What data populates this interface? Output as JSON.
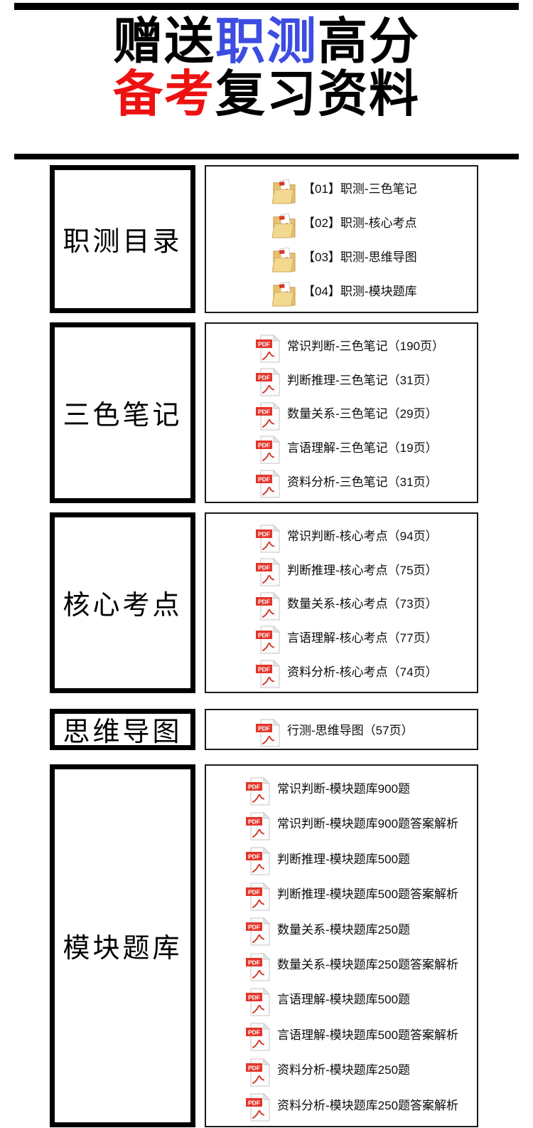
{
  "colors": {
    "title_blue": "#3d4ce1",
    "title_red": "#ee1111",
    "pdf_red": "#e2352b",
    "folder_tan": "#f0cd82"
  },
  "title": {
    "line1": {
      "part_a": "赠送",
      "part_b": "职测",
      "part_c": "高分"
    },
    "line2": {
      "part_a": "备考",
      "part_b": "复习资料"
    }
  },
  "sections": [
    {
      "label": "职测目录",
      "icon": "pdf-folder-icon",
      "items": [
        "【01】职测-三色笔记",
        "【02】职测-核心考点",
        "【03】职测-思维导图",
        "【04】职测-模块题库"
      ]
    },
    {
      "label": "三色笔记",
      "icon": "pdf-file-icon",
      "items": [
        "常识判断-三色笔记（190页）",
        "判断推理-三色笔记（31页）",
        "数量关系-三色笔记（29页）",
        "言语理解-三色笔记（19页）",
        "资料分析-三色笔记（31页）"
      ]
    },
    {
      "label": "核心考点",
      "icon": "pdf-file-icon",
      "items": [
        "常识判断-核心考点（94页）",
        "判断推理-核心考点（75页）",
        "数量关系-核心考点（73页）",
        "言语理解-核心考点（77页）",
        "资料分析-核心考点（74页）"
      ]
    },
    {
      "label": "思维导图",
      "icon": "pdf-file-icon",
      "items": [
        "行测-思维导图（57页）"
      ]
    },
    {
      "label": "模块题库",
      "icon": "pdf-file-icon",
      "items": [
        "常识判断-模块题库900题",
        "常识判断-模块题库900题答案解析",
        "判断推理-模块题库500题",
        "判断推理-模块题库500题答案解析",
        "数量关系-模块题库250题",
        "数量关系-模块题库250题答案解析",
        "言语理解-模块题库500题",
        "言语理解-模块题库500题答案解析",
        "资料分析-模块题库250题",
        "资料分析-模块题库250题答案解析"
      ]
    }
  ]
}
